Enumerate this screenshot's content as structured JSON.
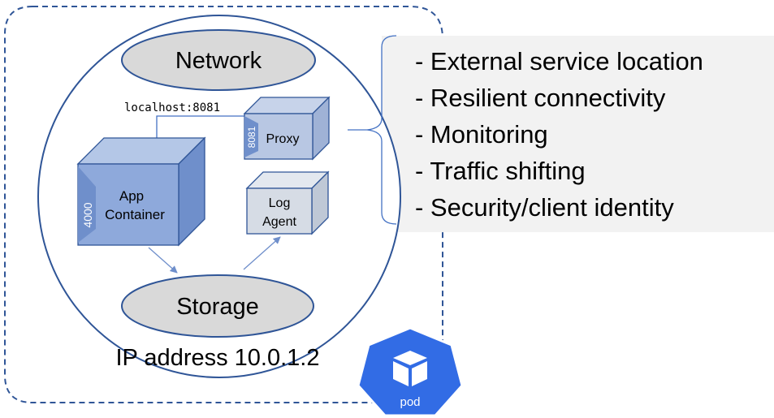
{
  "network": {
    "label": "Network"
  },
  "storage": {
    "label": "Storage"
  },
  "connection": {
    "label": "localhost:8081"
  },
  "app_container": {
    "label_line1": "App",
    "label_line2": "Container",
    "port": "4000"
  },
  "proxy": {
    "label": "Proxy",
    "port": "8081"
  },
  "log_agent": {
    "label_line1": "Log",
    "label_line2": "Agent"
  },
  "pod": {
    "ip_label": "IP address 10.0.1.2",
    "badge_label": "pod"
  },
  "features": {
    "items": [
      "- External service location",
      "- Resilient connectivity",
      "- Monitoring",
      "- Traffic shifting",
      "- Security/client identity"
    ]
  },
  "colors": {
    "app_front": "#8EA9DB",
    "app_top": "#B4C7E7",
    "app_side": "#6F8FCB",
    "small_front": "#D6DCE5",
    "small_top": "#E3E8EF",
    "small_side": "#BFC8D6",
    "ellipse": "#D9D9D9",
    "pod_badge": "#326CE5",
    "stroke_blue": "#2F5597",
    "panel": "#F2F2F2",
    "line": "#4472C4"
  }
}
